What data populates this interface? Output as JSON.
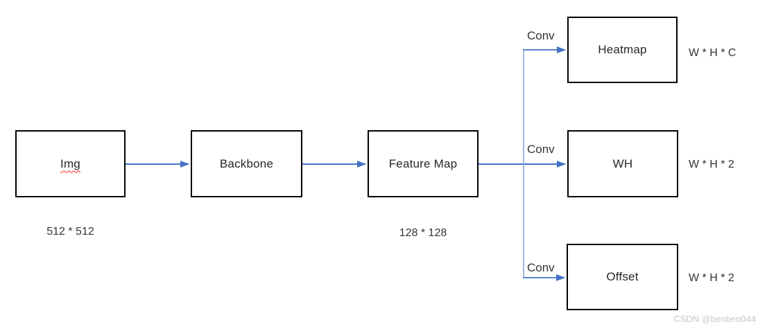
{
  "diagram": {
    "nodes": {
      "img": {
        "label": "Img",
        "size_label": "512 * 512"
      },
      "backbone": {
        "label": "Backbone"
      },
      "feature_map": {
        "label": "Feature Map",
        "size_label": "128 * 128"
      },
      "heatmap": {
        "label": "Heatmap",
        "dims": "W * H * C"
      },
      "wh": {
        "label": "WH",
        "dims": "W * H * 2"
      },
      "offset": {
        "label": "Offset",
        "dims": "W * H * 2"
      }
    },
    "edge_labels": {
      "conv_to_heatmap": "Conv",
      "conv_to_wh": "Conv",
      "conv_to_offset": "Conv"
    },
    "colors": {
      "arrow": "#4472C4",
      "branch_line": "#87a3da",
      "box_border": "#000000",
      "text": "#262626",
      "spellcheck_underline": "#ff2a2a",
      "watermark": "#c8c8c8"
    }
  },
  "watermark": "CSDN @benben044"
}
